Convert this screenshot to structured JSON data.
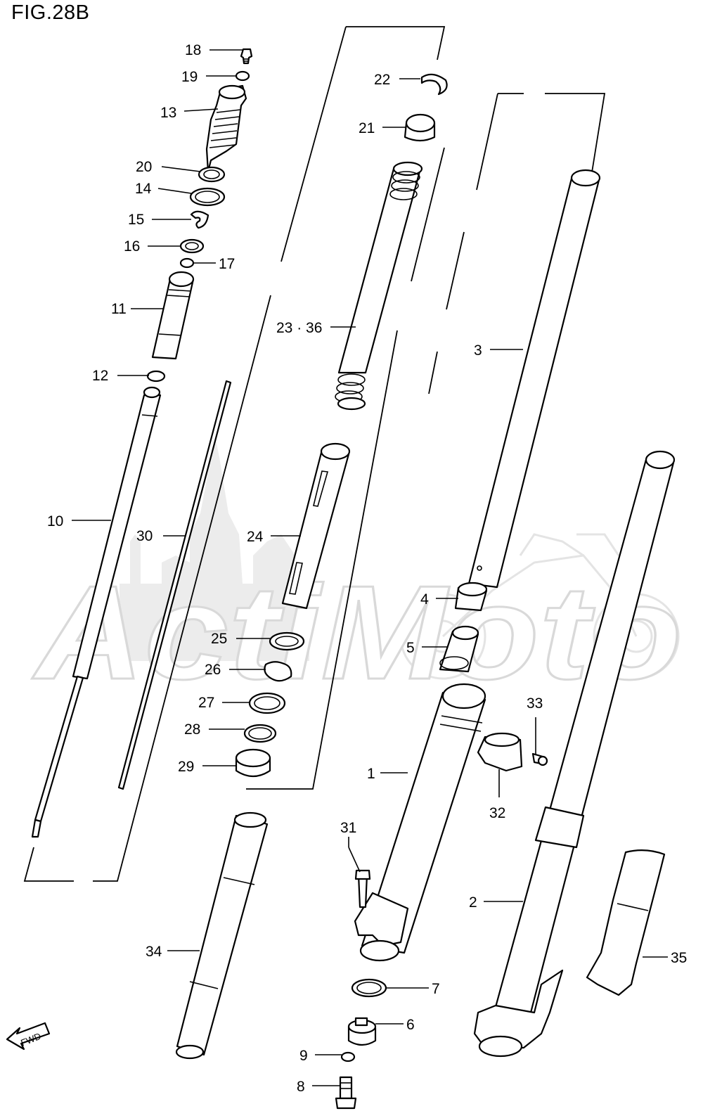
{
  "figure": {
    "title": "FIG.28B"
  },
  "callouts": [
    {
      "id": "c18",
      "label": "18"
    },
    {
      "id": "c19",
      "label": "19"
    },
    {
      "id": "c13",
      "label": "13"
    },
    {
      "id": "c20",
      "label": "20"
    },
    {
      "id": "c14",
      "label": "14"
    },
    {
      "id": "c15",
      "label": "15"
    },
    {
      "id": "c16",
      "label": "16"
    },
    {
      "id": "c17",
      "label": "17"
    },
    {
      "id": "c11",
      "label": "11"
    },
    {
      "id": "c12",
      "label": "12"
    },
    {
      "id": "c10",
      "label": "10"
    },
    {
      "id": "c30",
      "label": "30"
    },
    {
      "id": "c22",
      "label": "22"
    },
    {
      "id": "c21",
      "label": "21"
    },
    {
      "id": "c23",
      "label": "23 · 36"
    },
    {
      "id": "c24",
      "label": "24"
    },
    {
      "id": "c25",
      "label": "25"
    },
    {
      "id": "c26",
      "label": "26"
    },
    {
      "id": "c27",
      "label": "27"
    },
    {
      "id": "c28",
      "label": "28"
    },
    {
      "id": "c29",
      "label": "29"
    },
    {
      "id": "c3",
      "label": "3"
    },
    {
      "id": "c4",
      "label": "4"
    },
    {
      "id": "c5",
      "label": "5"
    },
    {
      "id": "c33",
      "label": "33"
    },
    {
      "id": "c32",
      "label": "32"
    },
    {
      "id": "c1",
      "label": "1"
    },
    {
      "id": "c31",
      "label": "31"
    },
    {
      "id": "c2",
      "label": "2"
    },
    {
      "id": "c34",
      "label": "34"
    },
    {
      "id": "c35",
      "label": "35"
    },
    {
      "id": "c7",
      "label": "7"
    },
    {
      "id": "c6",
      "label": "6"
    },
    {
      "id": "c9",
      "label": "9"
    },
    {
      "id": "c8",
      "label": "8"
    }
  ],
  "fwd_arrow": {
    "label": "FWD",
    "icon": "fwd-arrow-icon"
  },
  "watermark": {
    "text": "ActiMoto",
    "color": "#e0e0e0"
  }
}
